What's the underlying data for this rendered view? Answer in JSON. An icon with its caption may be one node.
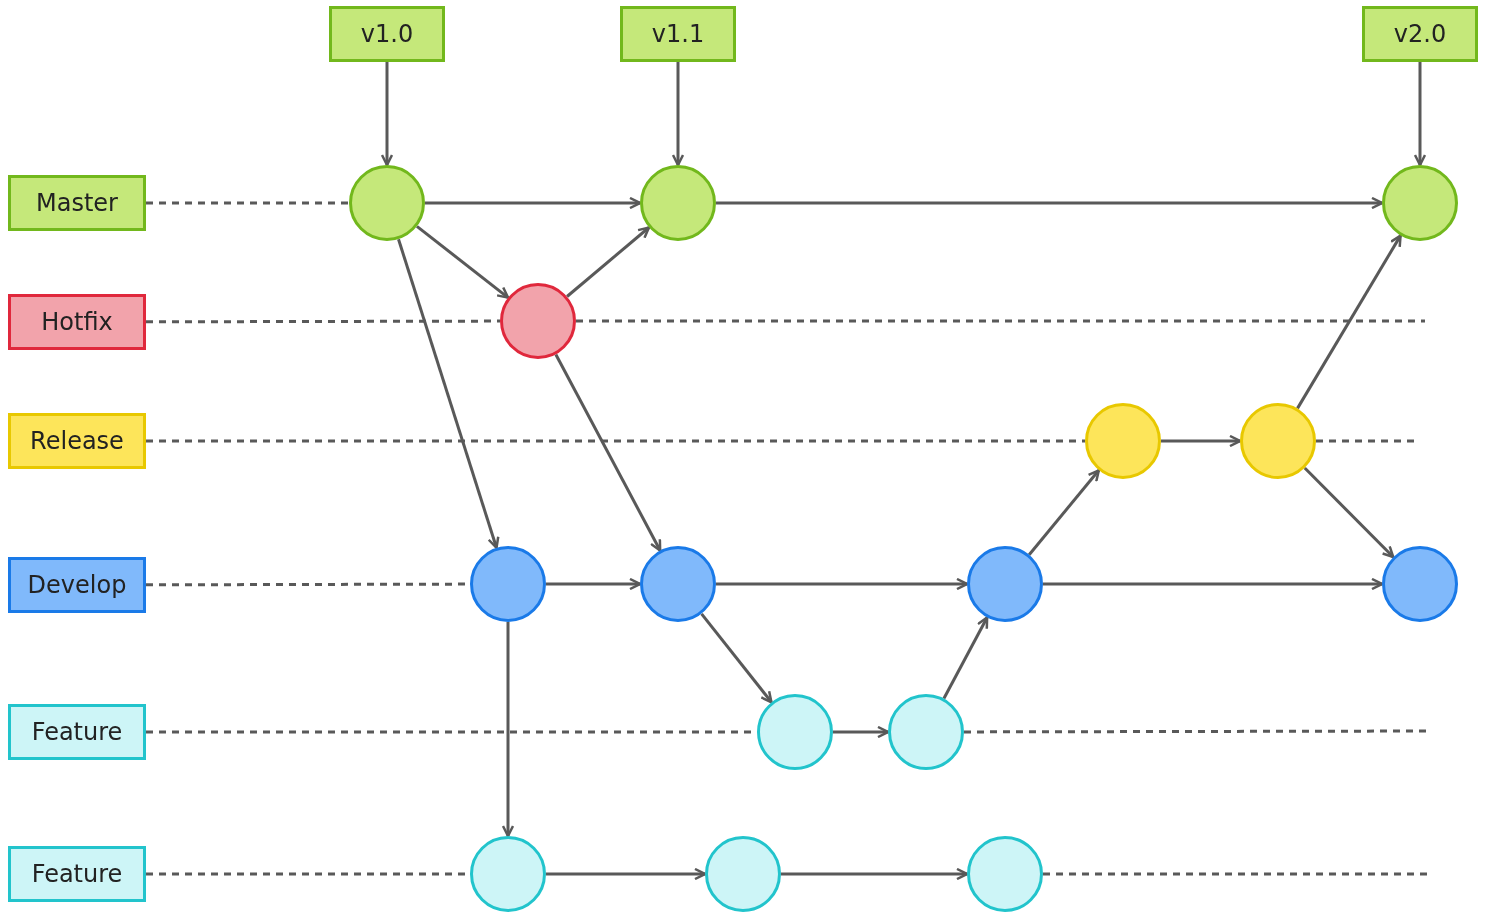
{
  "diagram": {
    "nodes": [
      {
        "text": [
          "v1.0"
        ]
      },
      {
        "text": [
          "v1.1"
        ]
      },
      {
        "text": [
          "v2.0"
        ]
      },
      {
        "text": [
          "Master"
        ]
      },
      {
        "text": [
          "Hotfix"
        ]
      },
      {
        "text": [
          "Release"
        ]
      },
      {
        "text": [
          "Develop"
        ]
      },
      {
        "text": [
          "Feature"
        ]
      },
      {
        "text": [
          "Feature"
        ]
      },
      {
        "text": [],
        "shape": "circle"
      },
      {
        "text": [],
        "shape": "circle"
      },
      {
        "text": [],
        "shape": "circle"
      },
      {
        "text": [],
        "shape": "circle"
      },
      {
        "text": [],
        "shape": "circle"
      },
      {
        "text": [],
        "shape": "circle"
      },
      {
        "text": [],
        "shape": "circle"
      },
      {
        "text": [],
        "shape": "circle"
      },
      {
        "text": [],
        "shape": "circle"
      },
      {
        "text": [],
        "shape": "circle"
      },
      {
        "text": [],
        "shape": "circle"
      },
      {
        "text": [],
        "shape": "circle"
      },
      {
        "text": [],
        "shape": "circle"
      },
      {
        "text": [],
        "shape": "circle"
      },
      {
        "text": [],
        "shape": "circle"
      }
    ],
    "edges": [
      {
        "from": 0,
        "to": 9,
        "arrow": "to"
      },
      {
        "from": 1,
        "to": 10,
        "arrow": "to"
      },
      {
        "from": 2,
        "to": 11,
        "arrow": "to"
      },
      {
        "from": 3,
        "to": 9,
        "arrow": "none",
        "style": "dashed"
      },
      {
        "from": 9,
        "to": 10,
        "arrow": "to"
      },
      {
        "from": 10,
        "to": 11,
        "arrow": "to"
      },
      {
        "from": 9,
        "to": 12,
        "arrow": "to"
      },
      {
        "from": 12,
        "to": 10,
        "arrow": "to"
      },
      {
        "from": 9,
        "to": 15,
        "arrow": "to"
      },
      {
        "from": 4,
        "to": 12,
        "arrow": "none",
        "style": "dashed"
      },
      {
        "from": 12,
        "to": null,
        "arrow": "none",
        "style": "dashed"
      },
      {
        "from": 12,
        "to": 16,
        "arrow": "to"
      },
      {
        "from": 5,
        "to": 13,
        "arrow": "none",
        "style": "dashed"
      },
      {
        "from": 13,
        "to": 14,
        "arrow": "to"
      },
      {
        "from": 14,
        "to": 11,
        "arrow": "to"
      },
      {
        "from": 14,
        "to": null,
        "arrow": "none",
        "style": "dashed"
      },
      {
        "from": 14,
        "to": 18,
        "arrow": "to"
      },
      {
        "from": 6,
        "to": 15,
        "arrow": "none",
        "style": "dashed"
      },
      {
        "from": 15,
        "to": 16,
        "arrow": "to"
      },
      {
        "from": 16,
        "to": 17,
        "arrow": "to"
      },
      {
        "from": 17,
        "to": 13,
        "arrow": "to"
      },
      {
        "from": 17,
        "to": 18,
        "arrow": "to"
      },
      {
        "from": 16,
        "to": 19,
        "arrow": "to"
      },
      {
        "from": 15,
        "to": 21,
        "arrow": "to"
      },
      {
        "from": 7,
        "to": 19,
        "arrow": "none",
        "style": "dashed"
      },
      {
        "from": 19,
        "to": 20,
        "arrow": "to"
      },
      {
        "from": 20,
        "to": 17,
        "arrow": "to"
      },
      {
        "from": 20,
        "to": null,
        "arrow": "none",
        "style": "dashed"
      },
      {
        "from": 8,
        "to": 21,
        "arrow": "none",
        "style": "dashed"
      },
      {
        "from": 21,
        "to": 22,
        "arrow": "to"
      },
      {
        "from": 22,
        "to": 23,
        "arrow": "to"
      },
      {
        "from": 23,
        "to": null,
        "arrow": "none",
        "style": "dashed"
      }
    ]
  }
}
